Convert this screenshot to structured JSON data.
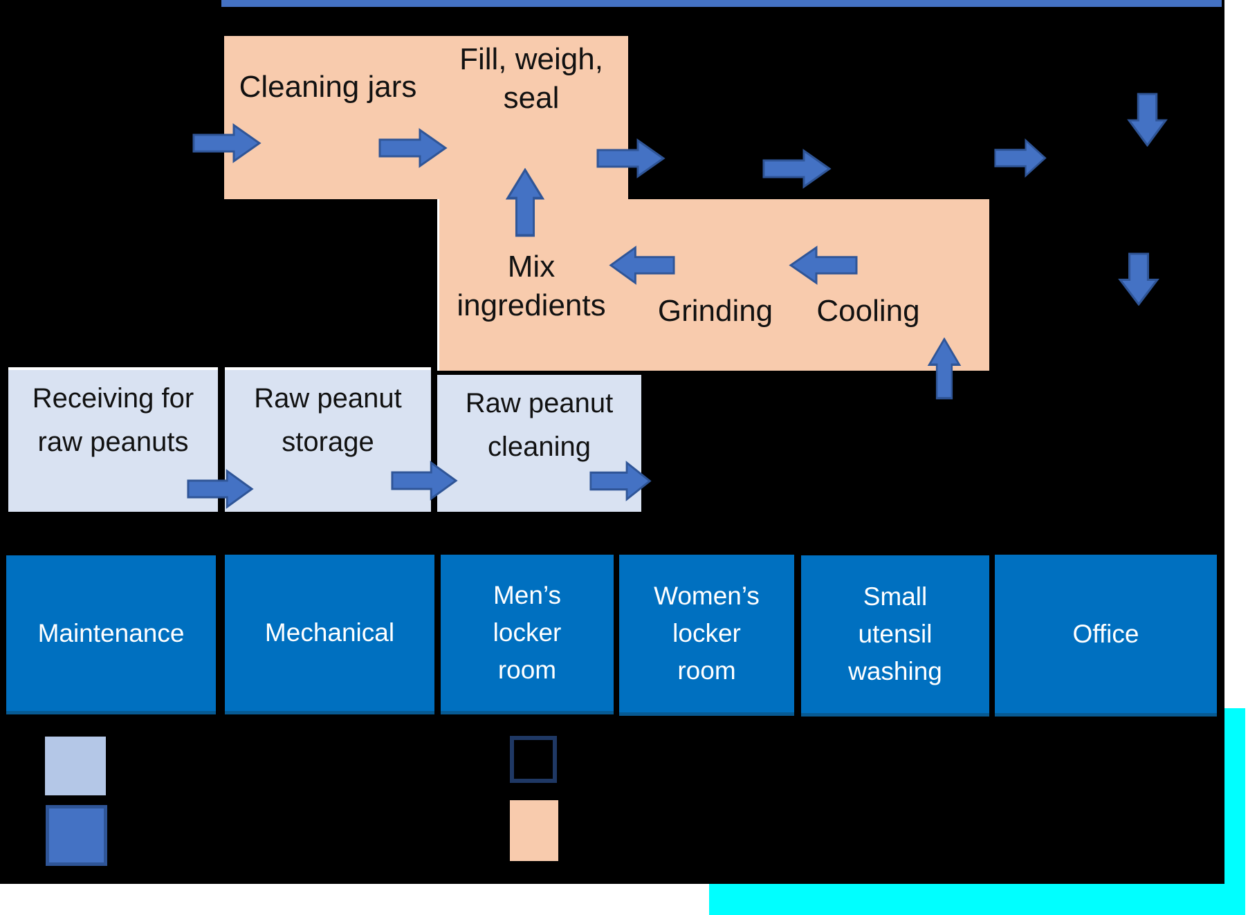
{
  "palette": {
    "canvas_black": "#000000",
    "top_bar_blue": "#4472C4",
    "peach_zone": "#F8CBAD",
    "raw_box_light_blue": "#D9E2F2",
    "room_blue": "#0070C0",
    "arrow_fill": "#4472C4",
    "arrow_border": "#2F5597",
    "legend_light_blue": "#B4C7E7",
    "legend_medium_blue": "#4472C4",
    "legend_navy_outline": "#1F3864",
    "legend_peach": "#F8CBAD",
    "cyan_accent": "#00FFFF"
  },
  "process": {
    "cleaning_jars": "Cleaning jars",
    "fill_weigh_seal": {
      "line1": "Fill, weigh,",
      "line2": "seal"
    },
    "mix_ingredients": {
      "line1": "Mix",
      "line2": "ingredients"
    },
    "grinding": "Grinding",
    "cooling": "Cooling"
  },
  "raw_handling": {
    "receiving": {
      "line1": "Receiving for",
      "line2": "raw peanuts"
    },
    "storage": {
      "line1": "Raw peanut",
      "line2": "storage"
    },
    "cleaning": {
      "line1": "Raw peanut",
      "line2": "cleaning"
    }
  },
  "rooms": {
    "maintenance": "Maintenance",
    "mechanical": "Mechanical",
    "mens_locker": {
      "line1": "Men’s",
      "line2": "locker",
      "line3": "room"
    },
    "womens_locker": {
      "line1": "Women’s",
      "line2": "locker",
      "line3": "room"
    },
    "small_utensil": {
      "line1": "Small",
      "line2": "utensil",
      "line3": "washing"
    },
    "office": "Office"
  },
  "flow_arrows": [
    {
      "id": "entry-right",
      "direction": "right"
    },
    {
      "id": "cleaning-to-fill-right",
      "direction": "right"
    },
    {
      "id": "fill-exit-right",
      "direction": "right"
    },
    {
      "id": "top-mid-right",
      "direction": "right"
    },
    {
      "id": "top-far-right",
      "direction": "right"
    },
    {
      "id": "right-down-upper",
      "direction": "down"
    },
    {
      "id": "right-down-lower",
      "direction": "down"
    },
    {
      "id": "grinding-to-mix-left",
      "direction": "left"
    },
    {
      "id": "cooling-to-grinding-left",
      "direction": "left"
    },
    {
      "id": "mix-to-fill-up",
      "direction": "up"
    },
    {
      "id": "into-cooling-up",
      "direction": "up"
    },
    {
      "id": "receiving-to-storage-right",
      "direction": "right"
    },
    {
      "id": "storage-to-cleaning-right",
      "direction": "right"
    },
    {
      "id": "cleaning-exit-right",
      "direction": "right"
    }
  ],
  "legend_swatches": [
    {
      "id": "light-blue-swatch",
      "color": "#B4C7E7"
    },
    {
      "id": "medium-blue-swatch",
      "color": "#4472C4"
    },
    {
      "id": "navy-outline-swatch",
      "color": "#1F3864"
    },
    {
      "id": "peach-swatch",
      "color": "#F8CBAD"
    }
  ]
}
